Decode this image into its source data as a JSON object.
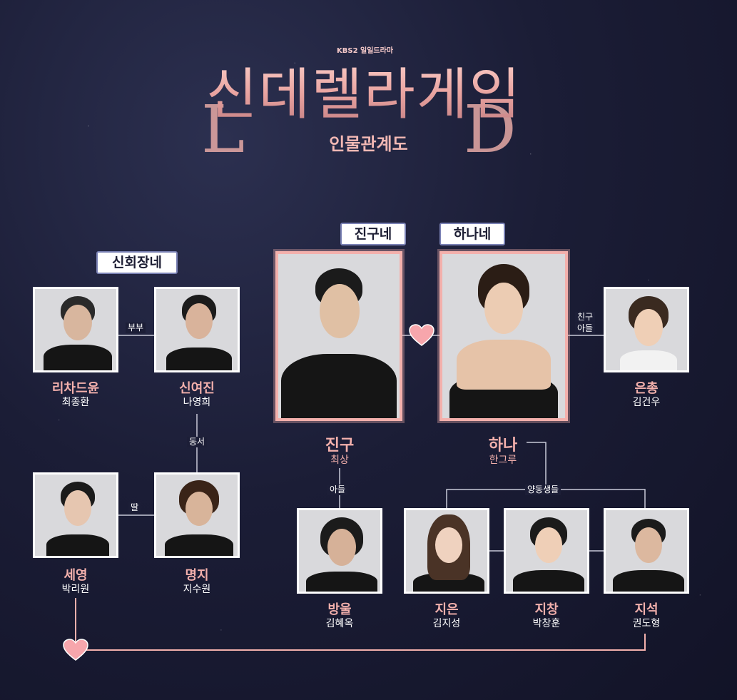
{
  "header": {
    "network": "KBS2 일일드라마",
    "title": "신데렐라게임",
    "subtitle": "인물관계도"
  },
  "groups": {
    "shin": "신회장네",
    "jingu": "진구네",
    "hana": "하나네"
  },
  "characters": {
    "richard": {
      "name": "리차드윤",
      "actor": "최종환"
    },
    "yeojin": {
      "name": "신여진",
      "actor": "나영희"
    },
    "seyoung": {
      "name": "세영",
      "actor": "박리원"
    },
    "myungji": {
      "name": "명지",
      "actor": "지수원"
    },
    "jingu": {
      "name": "진구",
      "actor": "최상"
    },
    "hana": {
      "name": "하나",
      "actor": "한그루"
    },
    "eunchong": {
      "name": "은총",
      "actor": "김건우"
    },
    "bangul": {
      "name": "방울",
      "actor": "김혜옥"
    },
    "jieun": {
      "name": "지은",
      "actor": "김지성"
    },
    "jichang": {
      "name": "지창",
      "actor": "박창훈"
    },
    "jiseok": {
      "name": "지석",
      "actor": "권도형"
    }
  },
  "relations": {
    "couple": "부부",
    "sisters_in_law": "동서",
    "daughter": "딸",
    "son": "아들",
    "friend_son_line1": "친구",
    "friend_son_line2": "아들",
    "siblings": "양동생들"
  },
  "colors": {
    "accent": "#f3b0ac",
    "background": "#1b1d36",
    "heart": "#f7a6ac"
  }
}
